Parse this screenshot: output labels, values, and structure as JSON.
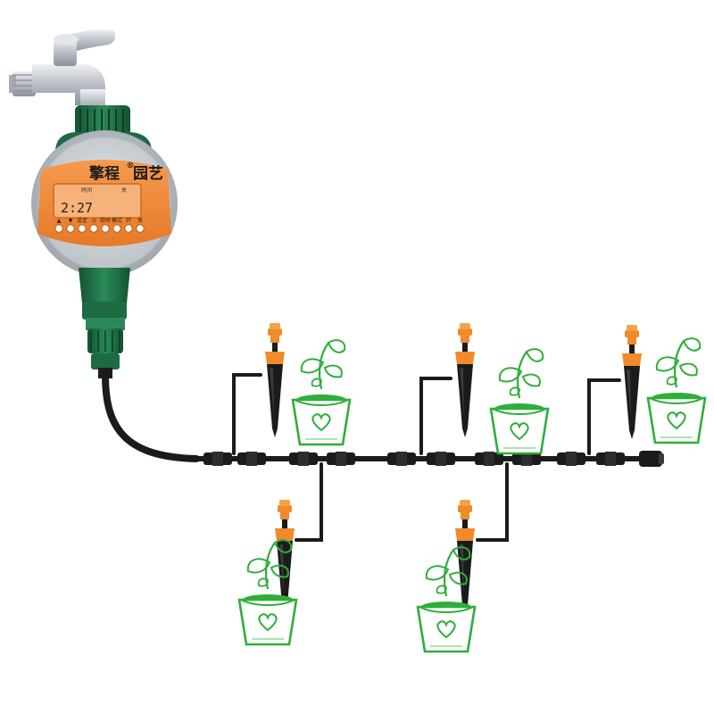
{
  "product": {
    "brand": "擎程",
    "brand_suffix": "园艺",
    "registered_mark": "®",
    "display_time": "2:27",
    "display_label_left": "时间",
    "display_label_right": "关",
    "buttons": [
      "▲",
      "▼",
      "设定",
      "◷",
      "校时",
      "模式",
      "开",
      "关"
    ]
  },
  "colors": {
    "housing_green": "#1f6b44",
    "face_orange": "#f08a3a",
    "lcd_orange": "#f6a25f",
    "plant_green": "#2fae3a",
    "emitter_orange": "#f08a2a",
    "pipe_black": "#1b1b1b",
    "faucet_silver": "#c9ccd1"
  },
  "scene": {
    "upper_planters": 3,
    "lower_planters": 2
  }
}
